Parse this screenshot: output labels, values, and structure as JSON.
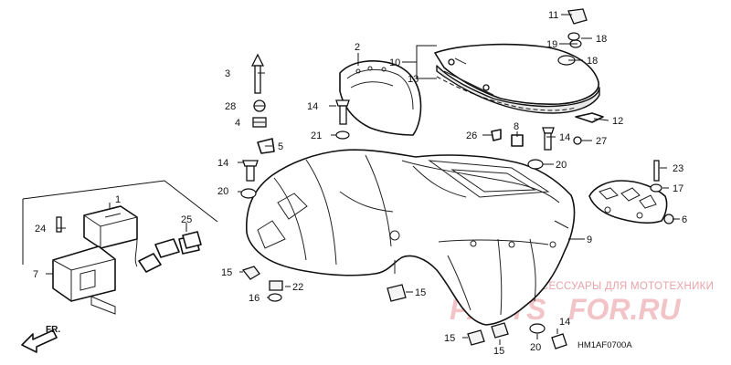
{
  "diagram": {
    "code": "HM1AF0700A",
    "front_label": "FR.",
    "callouts": {
      "c1": "1",
      "c2": "2",
      "c3": "3",
      "c4": "4",
      "c5": "5",
      "c6": "6",
      "c7": "7",
      "c8": "8",
      "c9": "9",
      "c10": "10",
      "c11": "11",
      "c12": "12",
      "c13": "13",
      "c14a": "14",
      "c14b": "14",
      "c14c": "14",
      "c14d": "14",
      "c15a": "15",
      "c15b": "15",
      "c15c": "15",
      "c15d": "15",
      "c16": "16",
      "c17": "17",
      "c18a": "18",
      "c18b": "18",
      "c19": "19",
      "c20a": "20",
      "c20b": "20",
      "c20c": "20",
      "c21": "21",
      "c22": "22",
      "c23": "23",
      "c24": "24",
      "c25": "25",
      "c26": "26",
      "c27": "27",
      "c28": "28"
    }
  },
  "watermark": {
    "top_text": "ЗАПЧАСТИ И АКСЕССУАРЫ ДЛЯ МОТОТЕХНИКИ",
    "logo_left": "PARTS",
    "logo_right": "FOR.RU"
  }
}
